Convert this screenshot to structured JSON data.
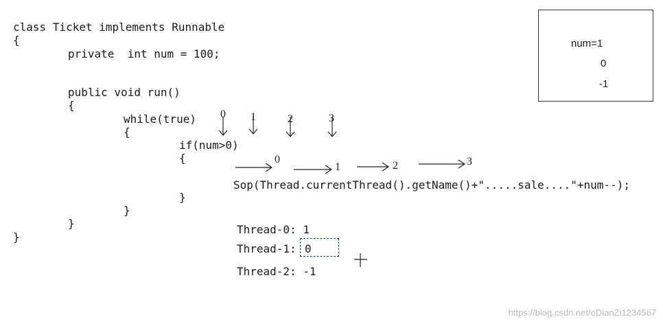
{
  "code": {
    "line1": "class Ticket implements Runnable",
    "line2": "{",
    "line3": "private  int num = 100;",
    "line4": "public void run()",
    "line5": "{",
    "line6": "while(true)",
    "line7": "{",
    "line8": "if(num>0)",
    "line9": "{",
    "line10": "Sop(Thread.currentThread().getName()+\".....sale....\"+num--);",
    "line11": "}",
    "line12": "}",
    "line13": "}",
    "line14": "}"
  },
  "thread_markers": [
    "0",
    "1",
    "2",
    "3"
  ],
  "arrow_labels": [
    "0",
    "1",
    "2",
    "3"
  ],
  "output": {
    "t0": "Thread-0: 1",
    "t1_label": "Thread-1:",
    "t1_value": "0",
    "t2": "Thread-2: -1"
  },
  "num_box": {
    "line1": "num=1",
    "line2": "0",
    "line3": "-1"
  },
  "watermark": "https://blog.csdn.net/oDianZi1234567"
}
